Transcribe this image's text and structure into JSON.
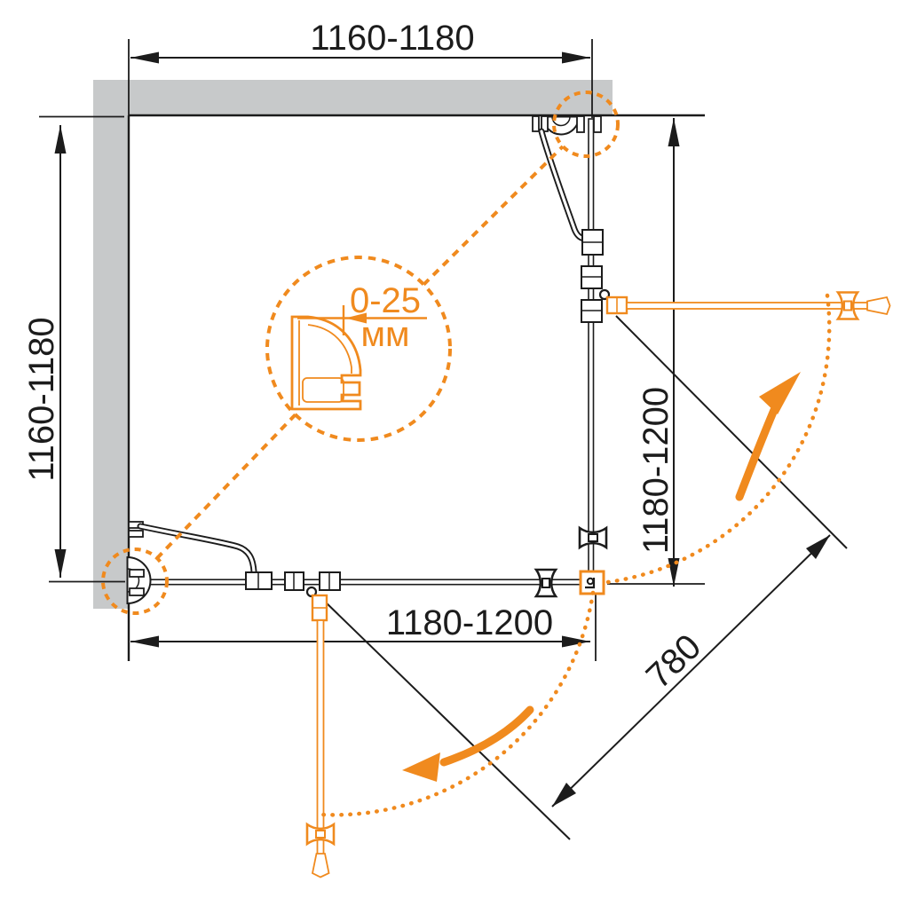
{
  "diagram": {
    "kind": "shower-enclosure-corner-installation-drawing",
    "dimensions": {
      "top": "1160-1180",
      "left": "1160-1180",
      "right": "1180-1200",
      "bottom": "1180-1200",
      "diagonal": "780",
      "detail_range": "0-25",
      "detail_unit": "мм"
    },
    "colors": {
      "accent_orange": "#f08a1e",
      "wall_gray": "#c7c9ca",
      "line_black": "#1c1c1c"
    }
  }
}
